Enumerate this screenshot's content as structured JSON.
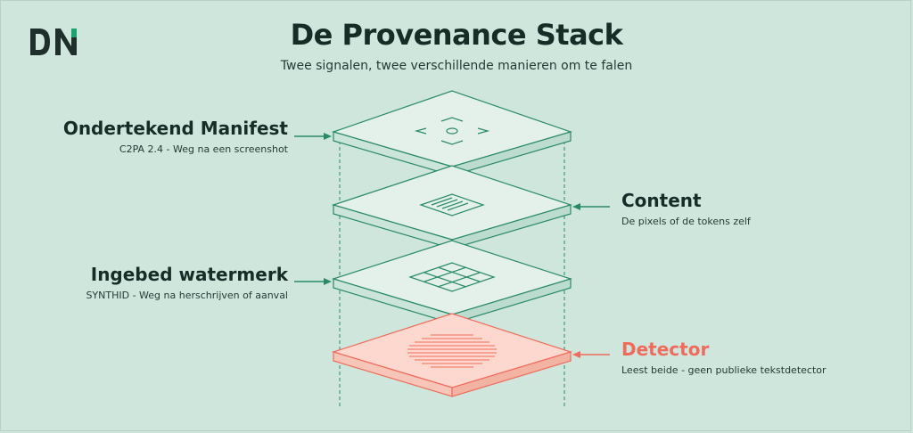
{
  "brand": {
    "logo_text": "DN"
  },
  "header": {
    "title": "De Provenance Stack",
    "subtitle": "Twee signalen, twee verschillende manieren om te falen"
  },
  "layers": [
    {
      "id": "manifest",
      "label": "Ondertekend Manifest",
      "sublabel": "C2PA 2.4 - Weg na een screenshot",
      "icon": "frame-icon"
    },
    {
      "id": "content",
      "label": "Content",
      "sublabel": "De pixels of de tokens zelf",
      "icon": "document-icon"
    },
    {
      "id": "watermark",
      "label": "Ingebed watermerk",
      "sublabel": "SYNTHID - Weg na herschrijven of aanval",
      "icon": "grid-icon"
    },
    {
      "id": "detector",
      "label": "Detector",
      "sublabel": "Leest beide - geen publieke tekstdetector",
      "icon": "lines-icon"
    }
  ],
  "colors": {
    "background": "#cfe6dd",
    "layer_stroke": "#2a8a66",
    "layer_top": "#e4f1eb",
    "layer_side": "#cce5da",
    "detector_stroke": "#ef6c5c",
    "detector_top": "#fcd8ce",
    "detector_side": "#f8c6b8",
    "text_dark": "#152c27"
  }
}
